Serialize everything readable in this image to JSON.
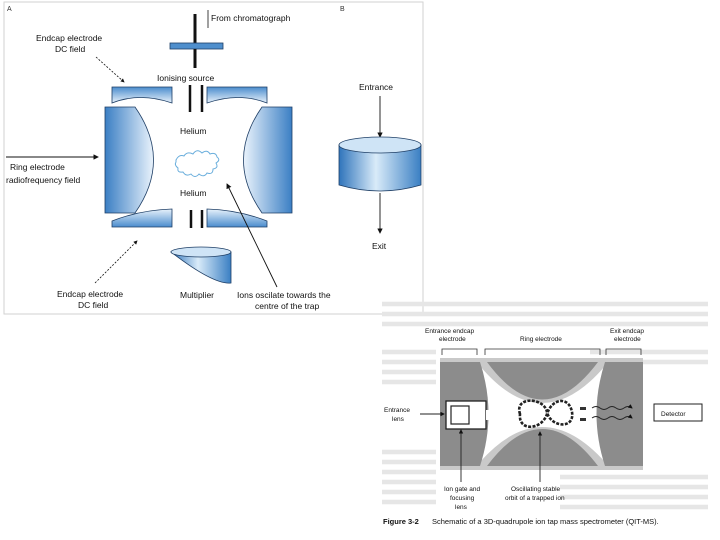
{
  "figure_a": {
    "panel_label": "A",
    "labels": {
      "from_chromatograph": "From chromatograph",
      "endcap_top_line1": "Endcap electrode",
      "endcap_top_line2": "DC field",
      "ionising_source": "Ionising source",
      "helium_top": "Helium",
      "helium_bottom": "Helium",
      "ring_line1": "Ring electrode",
      "ring_line2": "radiofrequency field",
      "endcap_bottom_line1": "Endcap electrode",
      "endcap_bottom_line2": "DC field",
      "multiplier": "Multiplier",
      "ions_line1": "Ions oscilate towards the",
      "ions_line2": "centre of the trap"
    }
  },
  "figure_b": {
    "panel_label": "B",
    "labels": {
      "entrance": "Entrance",
      "exit": "Exit"
    }
  },
  "figure_c": {
    "labels": {
      "entrance_endcap_line1": "Entrance endcap",
      "entrance_endcap_line2": "electrode",
      "ring_electrode": "Ring electrode",
      "exit_endcap_line1": "Exit endcap",
      "exit_endcap_line2": "electrode",
      "entrance_lens_line1": "Entrance",
      "entrance_lens_line2": "lens",
      "detector": "Detector",
      "ion_gate_line1": "Ion gate and",
      "ion_gate_line2": "focusing",
      "ion_gate_line3": "lens",
      "oscillating_line1": "Oscillating stable",
      "oscillating_line2": "orbit of a trapped ion"
    },
    "caption": {
      "number": "Figure 3-2",
      "text": "Schematic of a 3D-quadrupole ion tap mass spectrometer (QIT-MS)."
    }
  },
  "colors": {
    "electrode_dark": "#3b7fc4",
    "electrode_light": "#e6f1fb",
    "grey_dark": "#8c8c8c",
    "grey_mid": "#b5b5b5",
    "ion_path": "#6aaedc"
  }
}
